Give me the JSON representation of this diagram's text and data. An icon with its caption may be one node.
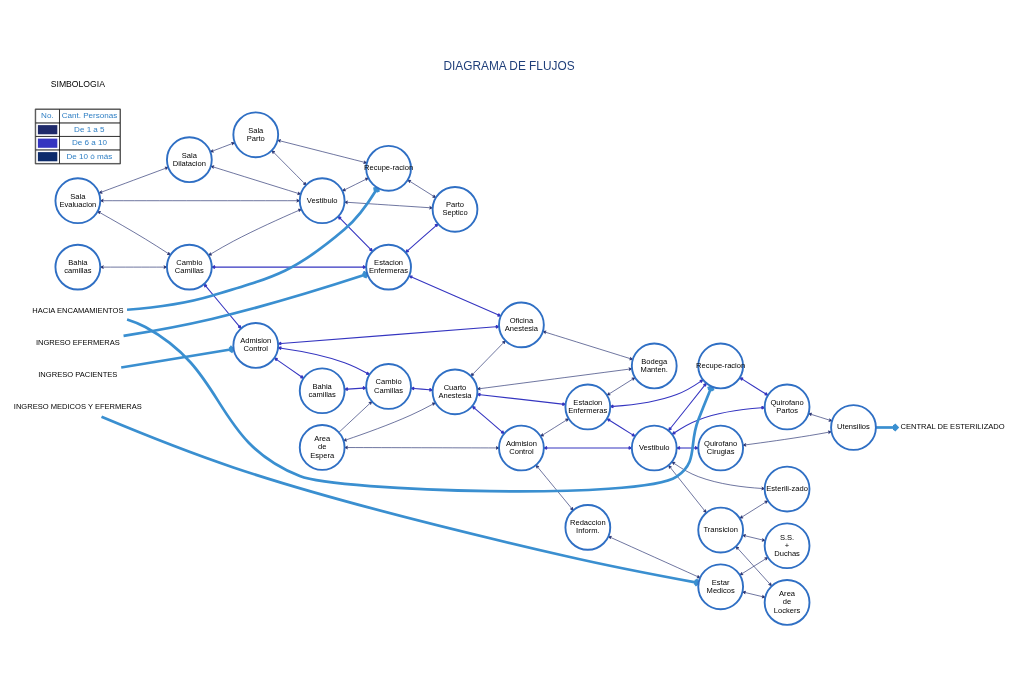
{
  "diagram": {
    "title": "DIAGRAMA DE FLUJOS",
    "nodes": [
      {
        "text": [
          "Bahia camillas"
        ]
      },
      {
        "text": [
          "Sala Evaluacion"
        ]
      },
      {
        "text": [
          "Sala Dilatacion"
        ]
      },
      {
        "text": [
          "Cambio Camillas"
        ]
      },
      {
        "text": [
          "Vestibulo"
        ]
      },
      {
        "text": [
          "Sala Parto"
        ]
      },
      {
        "text": [
          "Recupe-racion"
        ]
      },
      {
        "text": [
          "Parto Septico"
        ]
      },
      {
        "text": [
          "Estacion Enfermeras"
        ]
      },
      {
        "text": [
          "Oficina Anestesia"
        ]
      },
      {
        "text": [
          "Admision Control"
        ]
      },
      {
        "text": [
          "Bahia camillas"
        ]
      },
      {
        "text": [
          "Cambio Camillas"
        ]
      },
      {
        "text": [
          "Area de Espera"
        ]
      },
      {
        "text": [
          "Cuarto Anestesia"
        ]
      },
      {
        "text": [
          "Bodega Manten."
        ]
      },
      {
        "text": [
          "Admision Control"
        ]
      },
      {
        "text": [
          "Estacion Enfermeras"
        ]
      },
      {
        "text": [
          "Vestibulo"
        ]
      },
      {
        "text": [
          "Recupe-racion"
        ]
      },
      {
        "text": [
          "Quirofano Partos"
        ]
      },
      {
        "text": [
          "Quirofano Cirugias"
        ]
      },
      {
        "text": [
          "Utensilios"
        ]
      },
      {
        "text": [
          "Esterili-zado"
        ]
      },
      {
        "text": [
          "Transicion"
        ]
      },
      {
        "text": [
          "Redaccion Inform."
        ]
      },
      {
        "text": [
          "Estar Medicos"
        ]
      },
      {
        "text": [
          "S.S. + Duchas"
        ]
      },
      {
        "text": [
          "Area de Lockers"
        ]
      },
      {
        "text": [
          "INGRESO PACIENTES"
        ]
      },
      {
        "text": [
          "INGRESO EFERMERAS"
        ]
      },
      {
        "text": [
          "INGRESO MEDICOS Y EFERMERAS"
        ]
      },
      {
        "text": [
          "HACIA ENCAMAMIENTOS"
        ]
      },
      {
        "text": [
          "CENTRAL DE ESTERILIZADO"
        ]
      }
    ],
    "edges": [
      {
        "from": 0,
        "to": 3,
        "arrow": "both"
      },
      {
        "from": 1,
        "to": 3,
        "arrow": "both"
      },
      {
        "from": 1,
        "to": 2,
        "arrow": "both"
      },
      {
        "from": 1,
        "to": 4,
        "arrow": "both"
      },
      {
        "from": 2,
        "to": 4,
        "arrow": "both"
      },
      {
        "from": 2,
        "to": 5,
        "arrow": "both"
      },
      {
        "from": 5,
        "to": 4,
        "arrow": "both"
      },
      {
        "from": 5,
        "to": 6,
        "arrow": "both"
      },
      {
        "from": 4,
        "to": 6,
        "arrow": "both"
      },
      {
        "from": 4,
        "to": 7,
        "arrow": "both"
      },
      {
        "from": 6,
        "to": 7,
        "arrow": "both"
      },
      {
        "from": 3,
        "to": 4,
        "arrow": "both"
      },
      {
        "from": 3,
        "to": 10,
        "arrow": "both",
        "color": "#3535c0"
      },
      {
        "from": 3,
        "to": 8,
        "arrow": "both",
        "color": "#3535c0"
      },
      {
        "from": 4,
        "to": 8,
        "arrow": "both",
        "color": "#3535c0"
      },
      {
        "from": 8,
        "to": 9,
        "arrow": "both",
        "color": "#3535c0"
      },
      {
        "from": 8,
        "to": 7,
        "arrow": "both",
        "color": "#3535c0"
      },
      {
        "from": 10,
        "to": 11,
        "arrow": "both",
        "color": "#3535c0"
      },
      {
        "from": 11,
        "to": 12,
        "arrow": "both",
        "color": "#3535c0"
      },
      {
        "from": 10,
        "to": 12,
        "arrow": "both",
        "color": "#3535c0"
      },
      {
        "from": 10,
        "to": 9,
        "arrow": "both",
        "color": "#3535c0"
      },
      {
        "from": 12,
        "to": 14,
        "arrow": "both",
        "color": "#3535c0"
      },
      {
        "from": 13,
        "to": 12,
        "arrow": "to"
      },
      {
        "from": 13,
        "to": 14,
        "arrow": "both"
      },
      {
        "from": 14,
        "to": 9,
        "arrow": "both"
      },
      {
        "from": 9,
        "to": 15,
        "arrow": "both"
      },
      {
        "from": 14,
        "to": 15,
        "arrow": "both"
      },
      {
        "from": 13,
        "to": 16,
        "arrow": "both"
      },
      {
        "from": 14,
        "to": 16,
        "arrow": "both",
        "color": "#3535c0"
      },
      {
        "from": 14,
        "to": 17,
        "arrow": "both",
        "color": "#3535c0"
      },
      {
        "from": 16,
        "to": 17,
        "arrow": "both"
      },
      {
        "from": 16,
        "to": 18,
        "arrow": "both",
        "color": "#3535c0"
      },
      {
        "from": 16,
        "to": 25,
        "arrow": "both"
      },
      {
        "from": 17,
        "to": 15,
        "arrow": "both"
      },
      {
        "from": 17,
        "to": 18,
        "arrow": "both",
        "color": "#3535c0"
      },
      {
        "from": 17,
        "to": 19,
        "arrow": "both",
        "color": "#3535c0"
      },
      {
        "from": 18,
        "to": 19,
        "arrow": "both",
        "color": "#3535c0"
      },
      {
        "from": 18,
        "to": 20,
        "arrow": "both",
        "color": "#3535c0"
      },
      {
        "from": 18,
        "to": 21,
        "arrow": "both",
        "color": "#3535c0"
      },
      {
        "from": 18,
        "to": 23,
        "arrow": "both"
      },
      {
        "from": 18,
        "to": 24,
        "arrow": "both"
      },
      {
        "from": 19,
        "to": 20,
        "arrow": "both",
        "color": "#3535c0"
      },
      {
        "from": 20,
        "to": 22,
        "arrow": "both"
      },
      {
        "from": 21,
        "to": 22,
        "arrow": "both"
      },
      {
        "from": 24,
        "to": 23,
        "arrow": "both"
      },
      {
        "from": 24,
        "to": 27,
        "arrow": "both"
      },
      {
        "from": 24,
        "to": 28,
        "arrow": "both"
      },
      {
        "from": 26,
        "to": 28,
        "arrow": "both"
      },
      {
        "from": 26,
        "to": 27,
        "arrow": "both"
      },
      {
        "from": 25,
        "to": 26,
        "arrow": "both"
      },
      {
        "from": 29,
        "to": 10,
        "arrow": "to",
        "style": "thick",
        "color": "#3a8fd0"
      },
      {
        "from": 30,
        "to": 8,
        "arrow": "to",
        "style": "thick",
        "color": "#3a8fd0"
      },
      {
        "from": 31,
        "to": 26,
        "arrow": "to",
        "style": "thick",
        "color": "#3a8fd0"
      },
      {
        "from": 32,
        "to": 6,
        "arrow": "to",
        "style": "thick",
        "color": "#3a8fd0"
      },
      {
        "from": 32,
        "to": 19,
        "arrow": "to",
        "style": "thick",
        "color": "#3a8fd0"
      },
      {
        "from": 22,
        "to": 33,
        "arrow": "to",
        "style": "thick",
        "color": "#3a8fd0"
      }
    ],
    "labels": [
      "SIMBOLOGIA",
      "No.",
      "Cant. Personas"
    ],
    "legend": [
      {
        "text": "De 1 a 5"
      },
      {
        "text": "De 6 a 10"
      },
      {
        "text": "De 10 ó más"
      }
    ]
  }
}
